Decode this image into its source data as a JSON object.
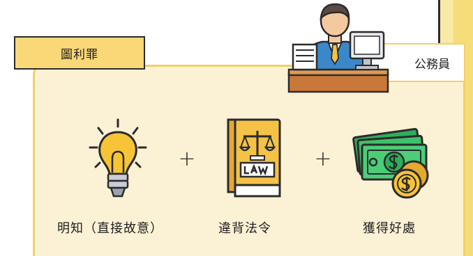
{
  "header": {
    "title": "圖利罪",
    "role": "公務員"
  },
  "elements": [
    {
      "icon": "lightbulb-icon",
      "caption": "明知（直接故意）"
    },
    {
      "icon": "law-book-icon",
      "caption": "違背法令"
    },
    {
      "icon": "money-icon",
      "caption": "獲得好處"
    }
  ],
  "operators": [
    "+",
    "+"
  ],
  "colors": {
    "panel_bg": "#fbf1d5",
    "panel_border": "#f4cf67",
    "title_bg": "#fad877",
    "side_bar": "#f8e9a6",
    "money_green": "#2fae5a",
    "coin_gold": "#f7c437",
    "law_book": "#f4c246",
    "suit_blue": "#3a88c9"
  }
}
